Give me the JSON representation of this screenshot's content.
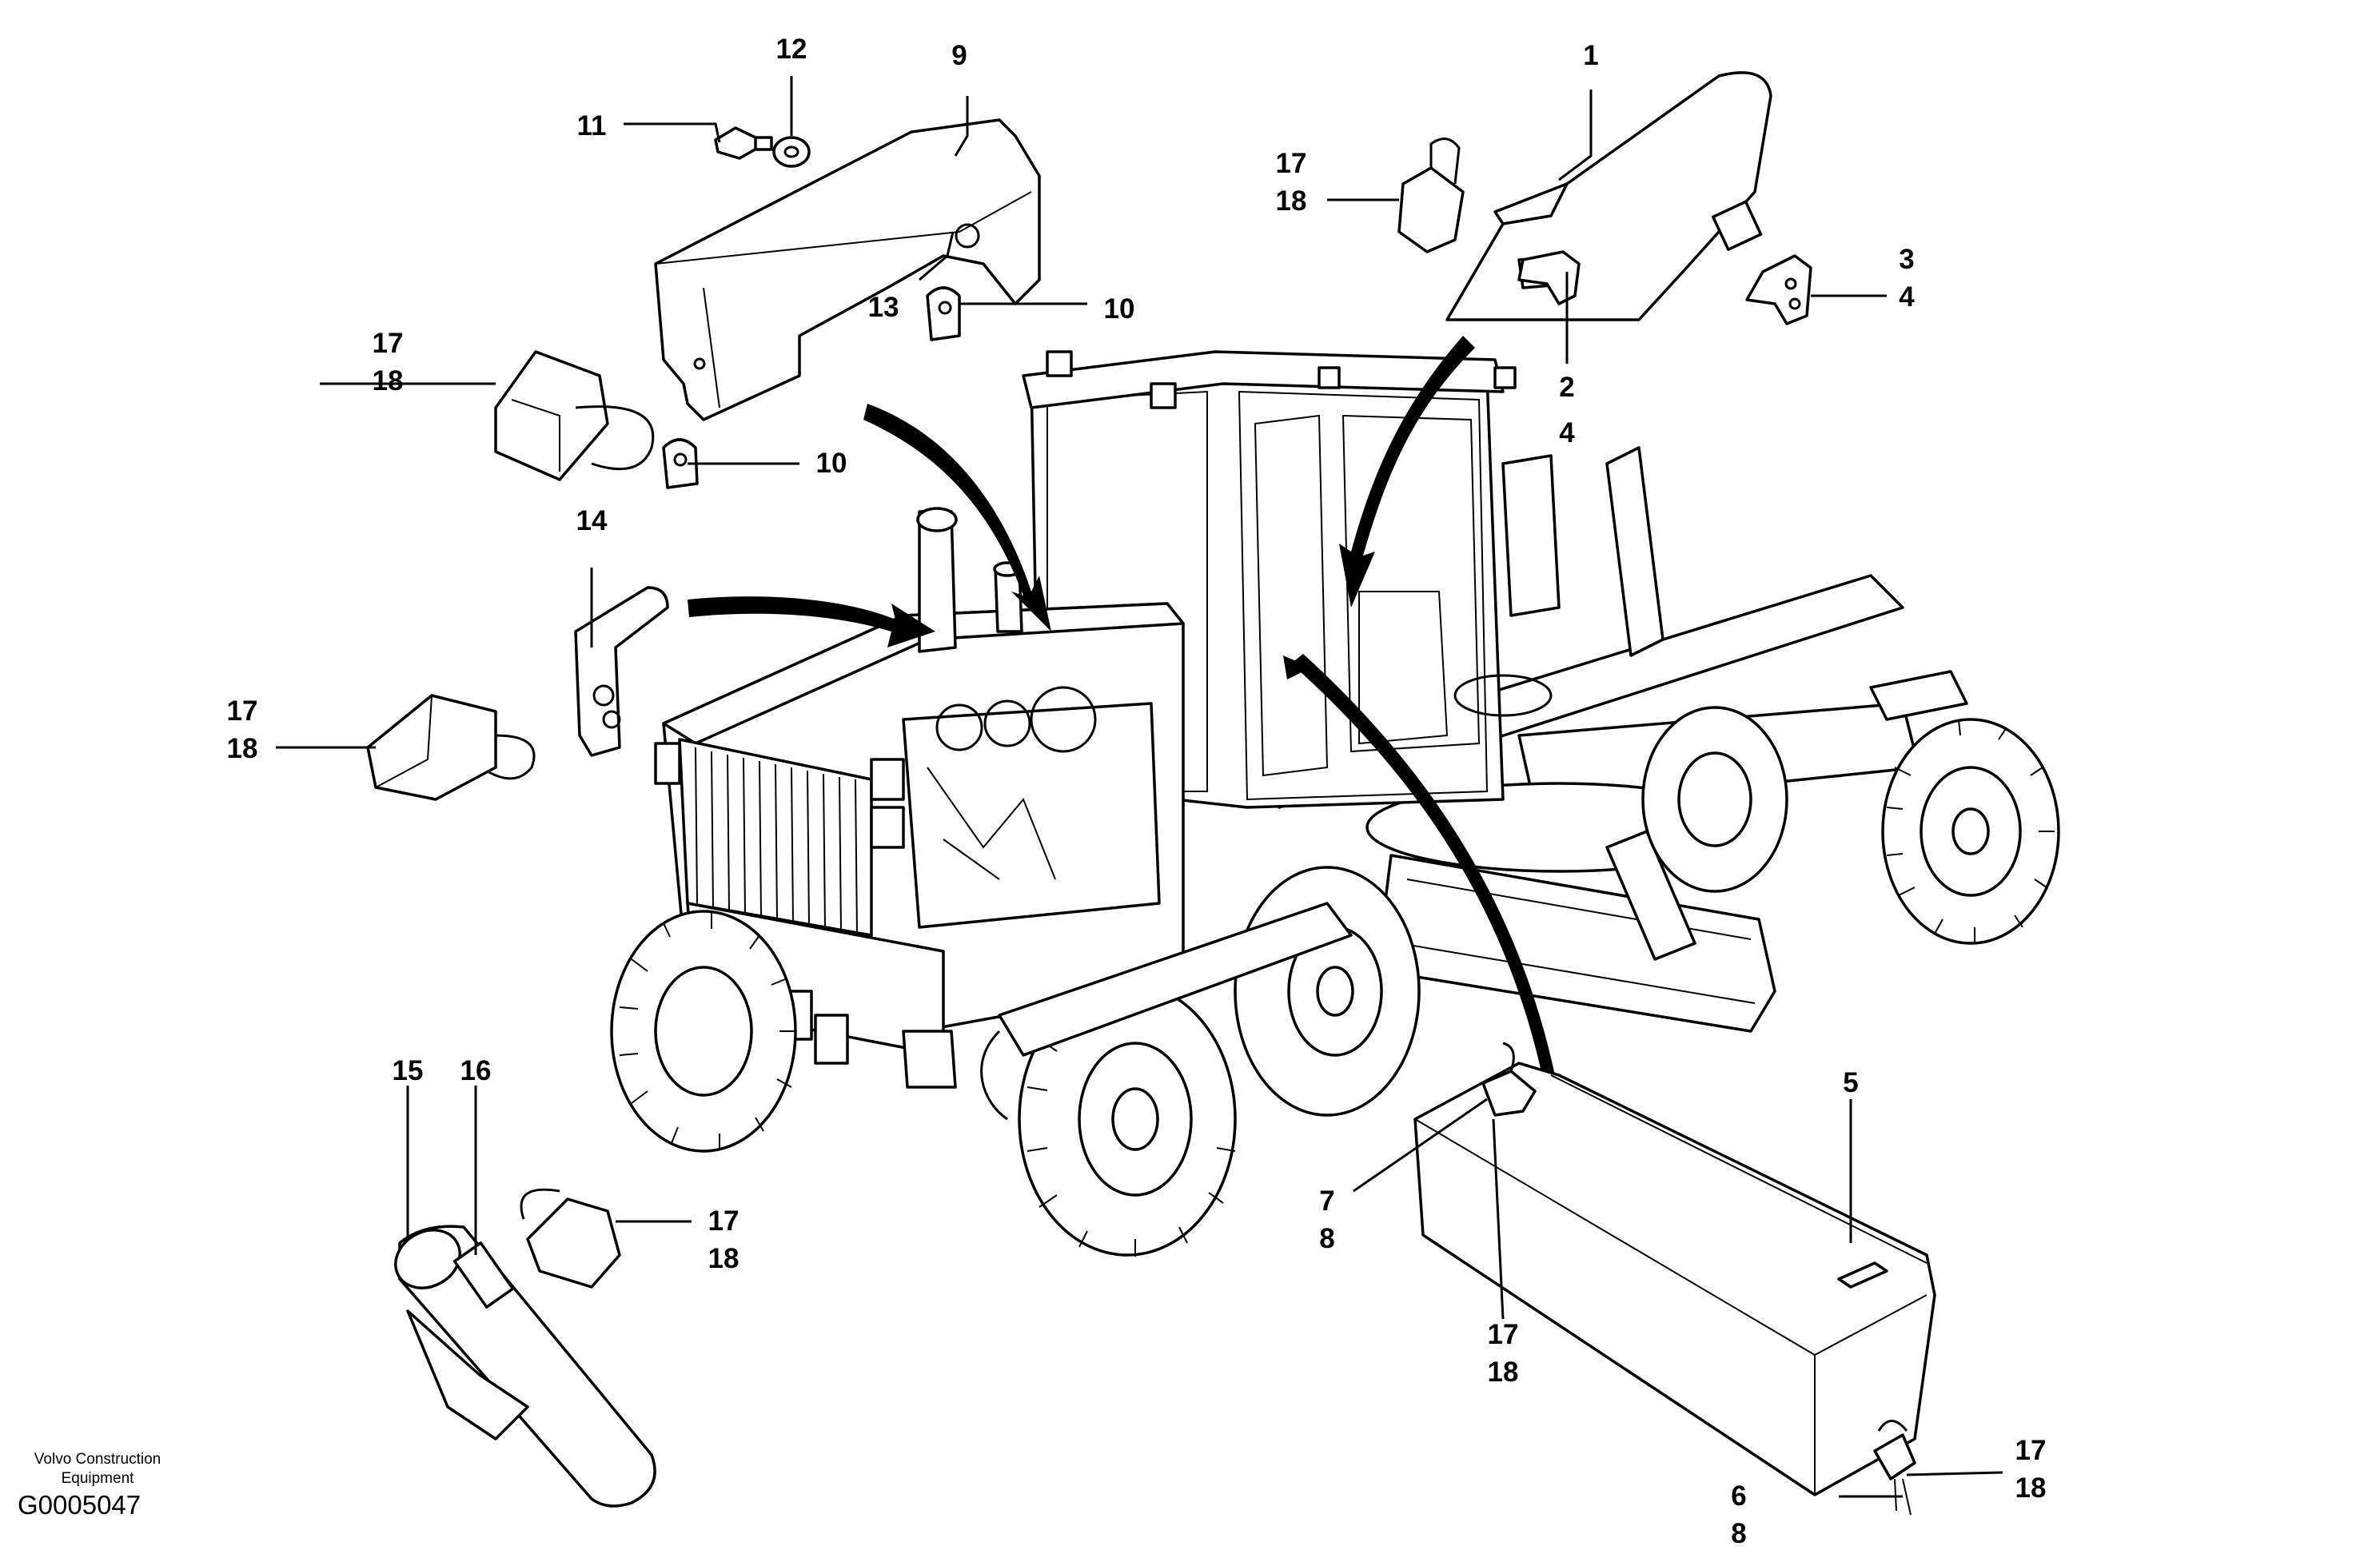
{
  "figure": {
    "caption": "Volvo Construction Equipment",
    "drawing_code": "G0005047"
  },
  "callouts": {
    "c1": "1",
    "c2": "2",
    "c3": "3",
    "c4a": "4",
    "c4b": "4",
    "c5": "5",
    "c6": "6",
    "c7": "7",
    "c8a": "8",
    "c8b": "8",
    "c9": "9",
    "c10a": "10",
    "c10b": "10",
    "c11": "11",
    "c12": "12",
    "c13": "13",
    "c14": "14",
    "c15": "15",
    "c16": "16",
    "c17a": "17",
    "c18a": "18",
    "c17b": "17",
    "c18b": "18",
    "c17c": "17",
    "c18c": "18",
    "c17d": "17",
    "c18d": "18",
    "c17e": "17",
    "c18e": "18",
    "c17f": "17",
    "c18f": "18"
  }
}
